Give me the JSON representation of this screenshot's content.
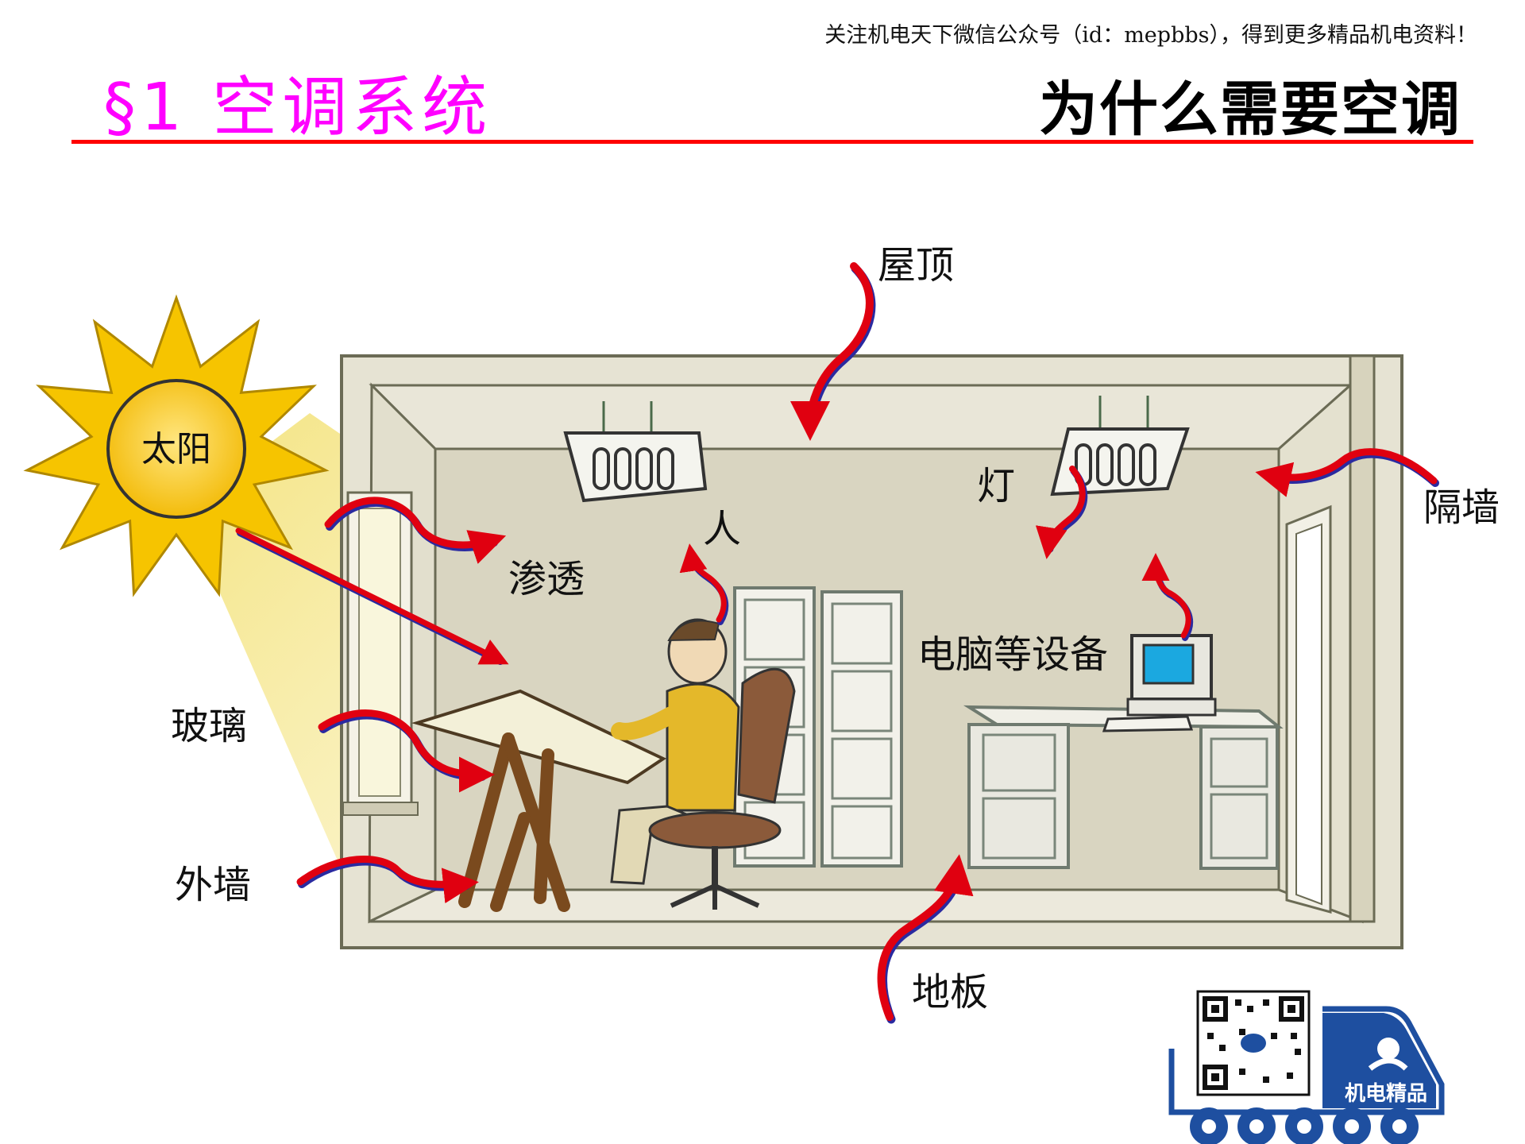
{
  "header": {
    "notice": "关注机电天下微信公众号（id：mepbbs），得到更多精品机电资料！",
    "section_title": "§1 空调系统",
    "topic_title": "为什么需要空调"
  },
  "diagram": {
    "labels": {
      "sun": "太阳",
      "roof": "屋顶",
      "partition_wall": "隔墙",
      "lamp": "灯",
      "person": "人",
      "infiltration": "渗透",
      "equipment": "电脑等设备",
      "glass": "玻璃",
      "exterior_wall": "外墙",
      "floor": "地板"
    }
  },
  "logo": {
    "brand_text": "机电精品"
  },
  "colors": {
    "heat_arrow": "#e00010",
    "arrow_shadow": "#2a2aa0",
    "title_magenta": "#ff00ff",
    "rule_red": "#ff0000",
    "sun_yellow": "#f6c400",
    "beam_yellow": "#f7ec9a",
    "logo_blue": "#1e4fa0"
  }
}
